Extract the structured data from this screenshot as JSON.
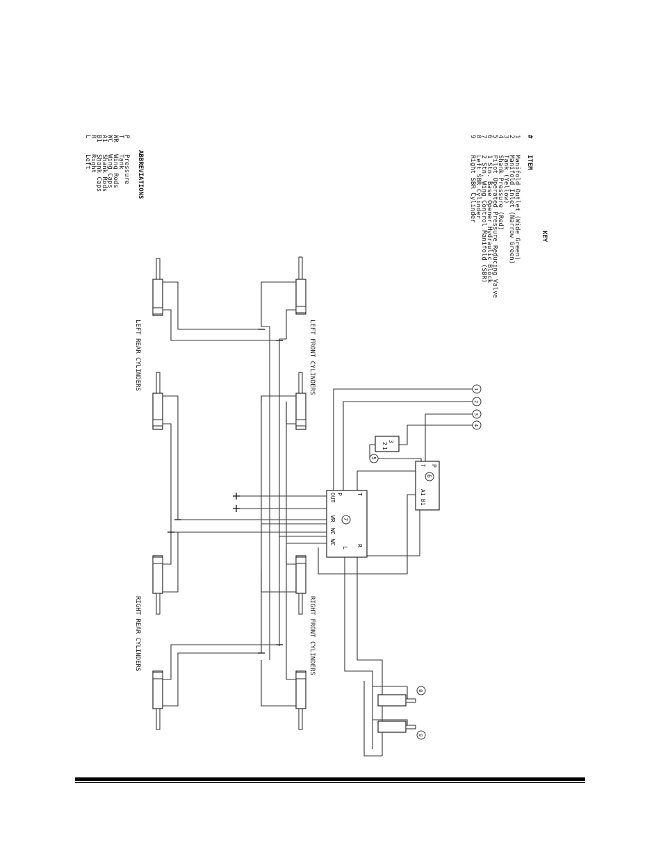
{
  "key": {
    "title": "KEY",
    "col_num": "#",
    "col_item": "ITEM",
    "items": [
      {
        "num": "1",
        "text": "Manifold Outlet (Wide Green)"
      },
      {
        "num": "2",
        "text": "Manifold Inlet (Narrow Green)"
      },
      {
        "num": "3",
        "text": "Tank (Yellow)"
      },
      {
        "num": "4",
        "text": "Shank Pressure (Red)"
      },
      {
        "num": "5",
        "text": "Pilot Operated Pressure Reducing Valve"
      },
      {
        "num": "6",
        "text": "1 Stn. Base Opener Hydraulic Block"
      },
      {
        "num": "7",
        "text": "2 Stn. Wing Control Manifold (SBR)"
      },
      {
        "num": "8",
        "text": "Left SBR Cylinder"
      },
      {
        "num": "9",
        "text": "Right SBR Cylinder"
      }
    ]
  },
  "abbreviations": {
    "title": "ABBREVIATIONS",
    "items": [
      {
        "abbr": "P",
        "text": "Pressure"
      },
      {
        "abbr": "T",
        "text": "Tank"
      },
      {
        "abbr": "WR",
        "text": "Wing Rods"
      },
      {
        "abbr": "WC",
        "text": "Wing Caps"
      },
      {
        "abbr": "A1",
        "text": "Shank Rods"
      },
      {
        "abbr": "B1",
        "text": "Shank Caps"
      },
      {
        "abbr": "R",
        "text": "Right"
      },
      {
        "abbr": "L",
        "text": "Left"
      }
    ]
  },
  "group_labels": {
    "left_front": "LEFT FRONT CYLINDERS",
    "left_rear": "LEFT REAR CYLINDERS",
    "right_front": "RIGHT FRONT CYLINDERS",
    "right_rear": "RIGHT REAR CYLINDERS"
  },
  "manifold7": {
    "callout": "7",
    "ports": {
      "t": "T",
      "p": "P",
      "out": "OUT",
      "wr": "WR",
      "wc1": "WC",
      "wc2": "WC",
      "r": "R",
      "l": "L"
    }
  },
  "block6": {
    "callout": "6",
    "ports": {
      "p": "P",
      "t": "T",
      "a1": "A1",
      "b1": "B1"
    }
  },
  "valve5": {
    "callout": "5",
    "ports": {
      "p3": "3",
      "p2": "2",
      "p1": "1"
    }
  },
  "line_callouts": [
    "1",
    "2",
    "3",
    "4"
  ],
  "sbr_callouts": {
    "left": "8",
    "right": "9"
  }
}
